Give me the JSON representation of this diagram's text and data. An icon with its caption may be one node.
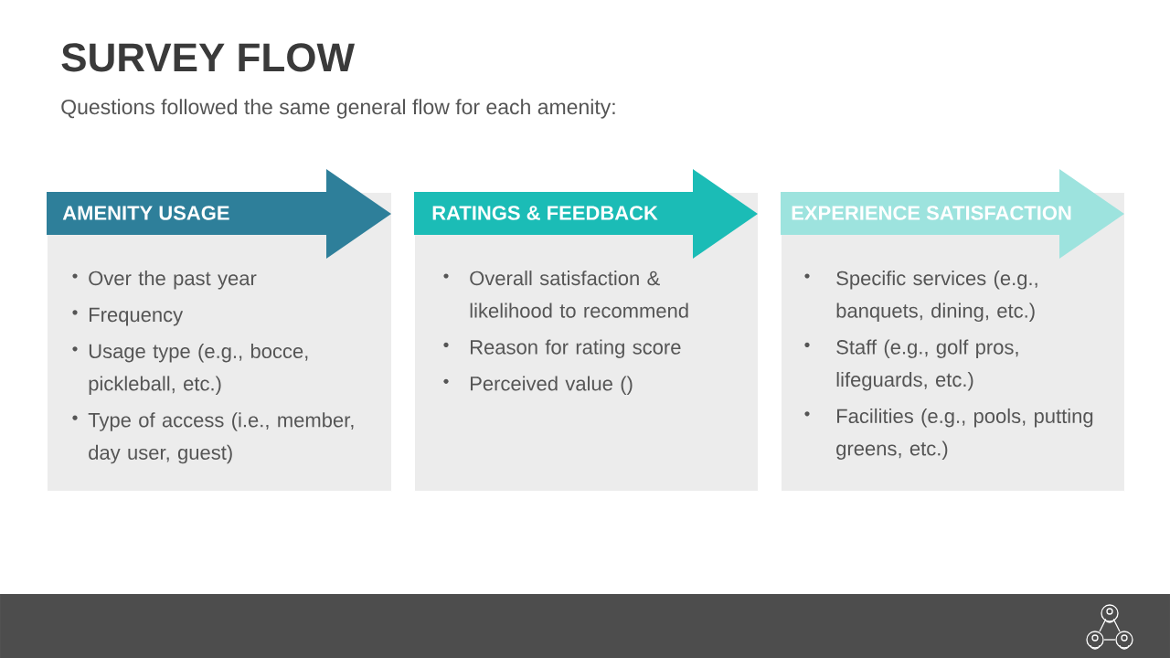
{
  "diagram": {
    "title": "SURVEY FLOW",
    "labels": [
      "Questions followed the same general flow for each amenity:"
    ],
    "nodes": [
      {
        "text": [
          "AMENITY USAGE",
          "Over the past year",
          "Frequency",
          "Usage type (e.g., bocce, pickleball, etc.)",
          "Type of access (i.e., member, day user, guest)"
        ]
      },
      {
        "text": [
          "RATINGS & FEEDBACK",
          "Overall satisfaction & likelihood to recommend",
          "Reason for rating score",
          "Perceived value ()"
        ]
      },
      {
        "text": [
          "EXPERIENCE SATISFACTION",
          "Specific services (e.g., banquets, dining, etc.)",
          "Staff (e.g., golf pros, lifeguards, etc.)",
          "Facilities (e.g., pools, putting greens, etc.)"
        ]
      }
    ]
  }
}
